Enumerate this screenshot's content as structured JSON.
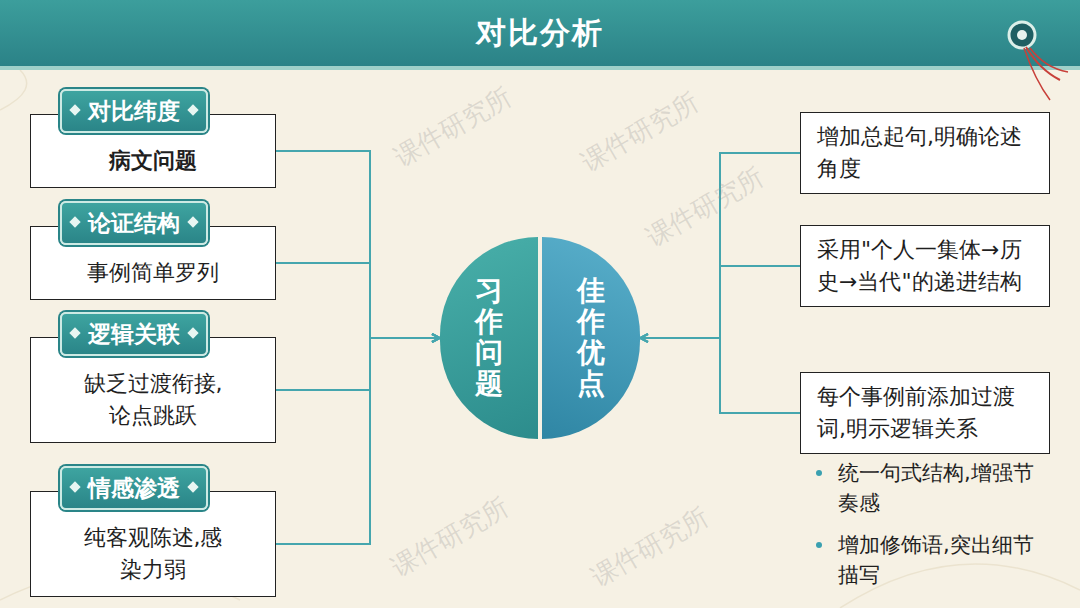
{
  "diagram": {
    "title": "对比分析",
    "nodes": [
      {
        "text": [
          "对比纬度",
          "病文问题"
        ]
      },
      {
        "text": [
          "论证结构",
          "事例简单罗列"
        ]
      },
      {
        "text": [
          "逻辑关联",
          "缺乏过渡衔接,论点跳跃"
        ]
      },
      {
        "text": [
          "情感渗透",
          "纯客观陈述,感染力弱"
        ]
      },
      {
        "text": [
          "习作问题"
        ]
      },
      {
        "text": [
          "佳作优点"
        ]
      },
      {
        "text": [
          "增加总起句,明确论述角度"
        ]
      },
      {
        "text": [
          "采用\"个人一集体→历史→当代\"的递进结构"
        ]
      },
      {
        "text": [
          "每个事例前添加过渡词,明示逻辑关系"
        ]
      }
    ],
    "edges": [
      {
        "from": 0,
        "to": 4,
        "arrow": "to"
      },
      {
        "from": 1,
        "to": 4,
        "arrow": "to"
      },
      {
        "from": 2,
        "to": 4,
        "arrow": "to"
      },
      {
        "from": 3,
        "to": 4,
        "arrow": "to"
      },
      {
        "from": 6,
        "to": 5,
        "arrow": "to"
      },
      {
        "from": 7,
        "to": 5,
        "arrow": "to"
      },
      {
        "from": 8,
        "to": 5,
        "arrow": "to"
      }
    ],
    "labels": [
      "统一句式结构,增强节奏感",
      "增加修饰语,突出细节描写",
      "课件研究所",
      "课件研究所",
      "课件研究所",
      "课件研究所",
      "课件研究所"
    ]
  }
}
